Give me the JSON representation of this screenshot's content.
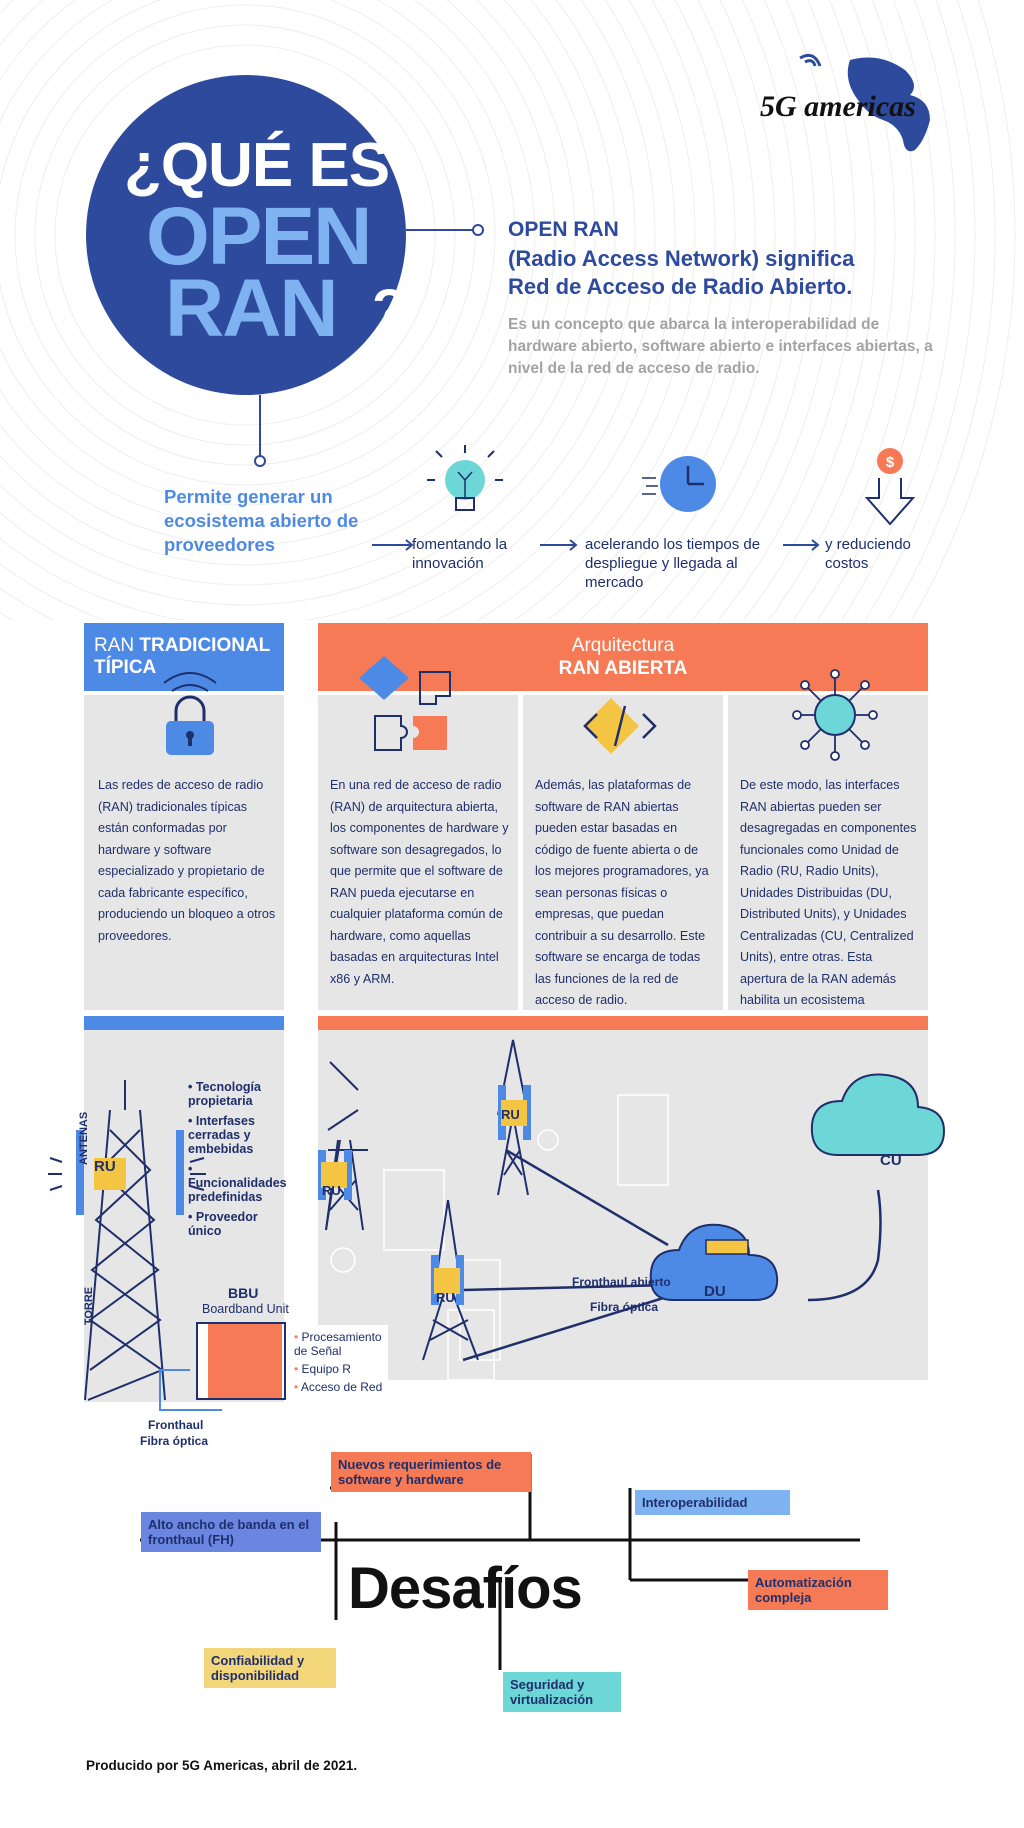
{
  "brand": {
    "logo_text": "5G americas"
  },
  "hero": {
    "title_q": "¿QUÉ ES",
    "title_open": "OPEN",
    "title_ran": "RAN",
    "title_qmark": "?"
  },
  "definition": {
    "title": "OPEN RAN",
    "line1": "(Radio Access Network) significa",
    "line2": "Red de Acceso de Radio Abierto.",
    "description": "Es un concepto que abarca la interoperabilidad de hardware abierto, software abierto e interfaces abiertas, a nivel de la red de acceso de radio."
  },
  "ecosystem": {
    "intro": "Permite generar un ecosistema abierto de proveedores",
    "steps": [
      {
        "text": "fomentando la innovación",
        "icon": "lightbulb-icon"
      },
      {
        "text": "acelerando los tiempos de despliegue y llegada al mercado",
        "icon": "clock-icon"
      },
      {
        "text": "y reduciendo costos",
        "icon": "cost-down-arrow-icon"
      }
    ]
  },
  "traditional": {
    "header_light": "RAN",
    "header_bold": "TRADICIONAL TÍPICA",
    "icon": "lock-icon",
    "text": "Las redes de acceso de radio (RAN) tradicionales típicas están conformadas por hardware y software especializado y propietario de cada fabricante específico, produciendo un bloqueo a otros proveedores."
  },
  "open_arch": {
    "header_light": "Arquitectura",
    "header_bold": "RAN ABIERTA",
    "columns": [
      {
        "icon": "puzzle-icon",
        "text": "En una red de acceso de radio (RAN) de arquitectura abierta, los componentes de hardware y software son desagregados, lo que permite que el software de RAN pueda ejecutarse en cualquier plataforma común de hardware, como aquellas basadas en arquitecturas Intel x86 y ARM."
      },
      {
        "icon": "code-icon",
        "text": "Además, las plataformas de software de RAN abiertas pueden estar basadas en código de fuente abierta o de los mejores programadores, ya sean personas físicas o empresas, que puedan contribuir a su desarrollo. Este software se encarga de todas las funciones de la red de acceso de radio."
      },
      {
        "icon": "network-hub-icon",
        "text": "De este modo, las interfaces RAN abiertas pueden ser desagregadas en componentes funcionales como Unidad de Radio (RU, Radio Units), Unidades Distribuidas (DU, Distributed Units), y Unidades Centralizadas (CU, Centralized Units), entre otras. Esta apertura de la RAN además habilita un ecosistema multifabricante, permitiendo que la innovación prospere."
      }
    ]
  },
  "trad_diagram": {
    "bullets": [
      "Tecnología propietaria",
      "Interfases cerradas y embebidas",
      "Funcionalidades predefinidas",
      "Proveedor único"
    ],
    "ru": "RU",
    "antenas": "ANTENAS",
    "torre": "TORRE",
    "bbu_title": "BBU",
    "bbu_sub": "Boardband Unit",
    "bbu_items": [
      "Procesamiento de Señal",
      "Equipo R",
      "Acceso de Red"
    ],
    "fronthaul_1": "Fronthaul",
    "fronthaul_2": "Fibra óptica"
  },
  "open_diagram": {
    "ru": "RU",
    "du": "DU",
    "cu": "CU",
    "link_1": "Fronthaul abierto",
    "link_2": "Fibra óptica"
  },
  "challenges": {
    "title": "Desafíos",
    "items": [
      {
        "text": "Nuevos requerimientos de software y hardware",
        "color": "#f57a55"
      },
      {
        "text": "Alto ancho de banda en el fronthaul (FH)",
        "color": "#6b86e0"
      },
      {
        "text": "Interoperabilidad",
        "color": "#7fb2f0"
      },
      {
        "text": "Automatización compleja",
        "color": "#f57a55"
      },
      {
        "text": "Confiabilidad y disponibilidad",
        "color": "#f4d67a"
      },
      {
        "text": "Seguridad y virtualización",
        "color": "#6dd6d6"
      }
    ]
  },
  "footer": {
    "text": "Producido por 5G Americas, abril de 2021."
  },
  "colors": {
    "navy": "#2e4a9c",
    "blue": "#4d8ae6",
    "orange": "#f57a55",
    "light_blue": "#7fb2f0",
    "teal": "#6dd6d6",
    "yellow": "#f4d67a",
    "panel": "#e6e6e6"
  }
}
